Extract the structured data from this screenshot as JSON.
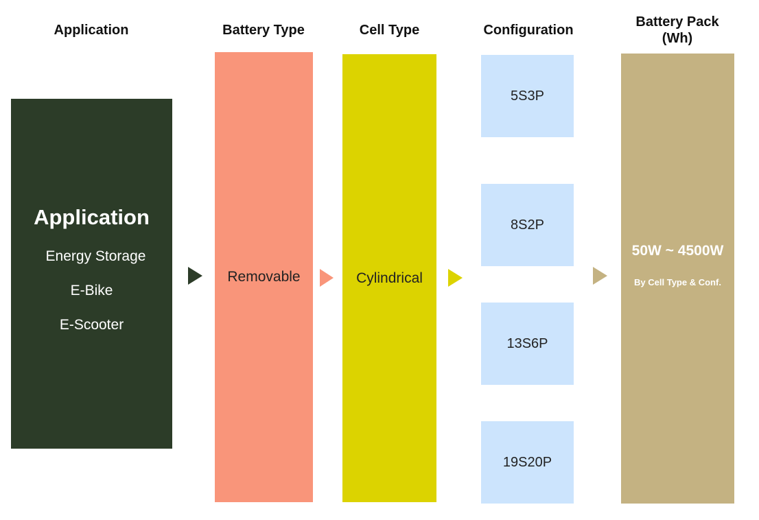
{
  "headers": {
    "application": "Application",
    "battery_type": "Battery Type",
    "cell_type": "Cell Type",
    "configuration": "Configuration",
    "battery_pack": "Battery Pack\n(Wh)"
  },
  "application": {
    "title": "Application",
    "items": [
      "Energy Storage",
      "E-Bike",
      "E-Scooter"
    ],
    "color": "#2c3c28"
  },
  "battery_type": {
    "label": "Removable",
    "color": "#f9957a"
  },
  "cell_type": {
    "label": "Cylindrical",
    "color": "#dcd300"
  },
  "configurations": {
    "items": [
      "5S3P",
      "8S2P",
      "13S6P",
      "19S20P"
    ],
    "color": "#cce4fd"
  },
  "battery_pack": {
    "range": "50W ~ 4500W",
    "note": "By Cell Type & Conf.",
    "color": "#c4b282"
  },
  "arrows": {
    "icon": "triangle-right-icon",
    "colors": [
      "#2c3c28",
      "#f9957a",
      "#dcd300",
      "#c4b282"
    ]
  }
}
